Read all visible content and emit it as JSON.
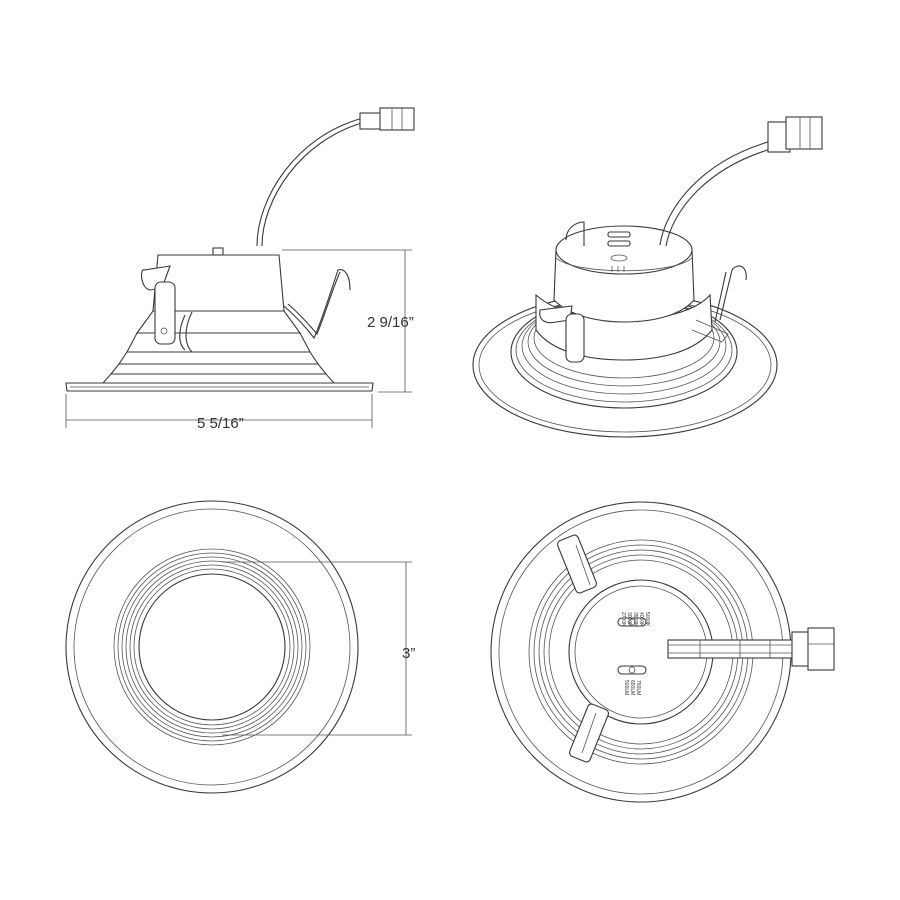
{
  "dimensions": {
    "height": "2 9/16”",
    "width": "5 5/16”",
    "aperture": "3”"
  },
  "switch_labels": {
    "cct": [
      "2700K",
      "3000K",
      "3500K",
      "4000K",
      "5000K"
    ],
    "lumens": [
      "500LM",
      "650LM",
      "750LM"
    ]
  },
  "colors": {
    "line": "#3a3a3a",
    "background": "#ffffff"
  }
}
